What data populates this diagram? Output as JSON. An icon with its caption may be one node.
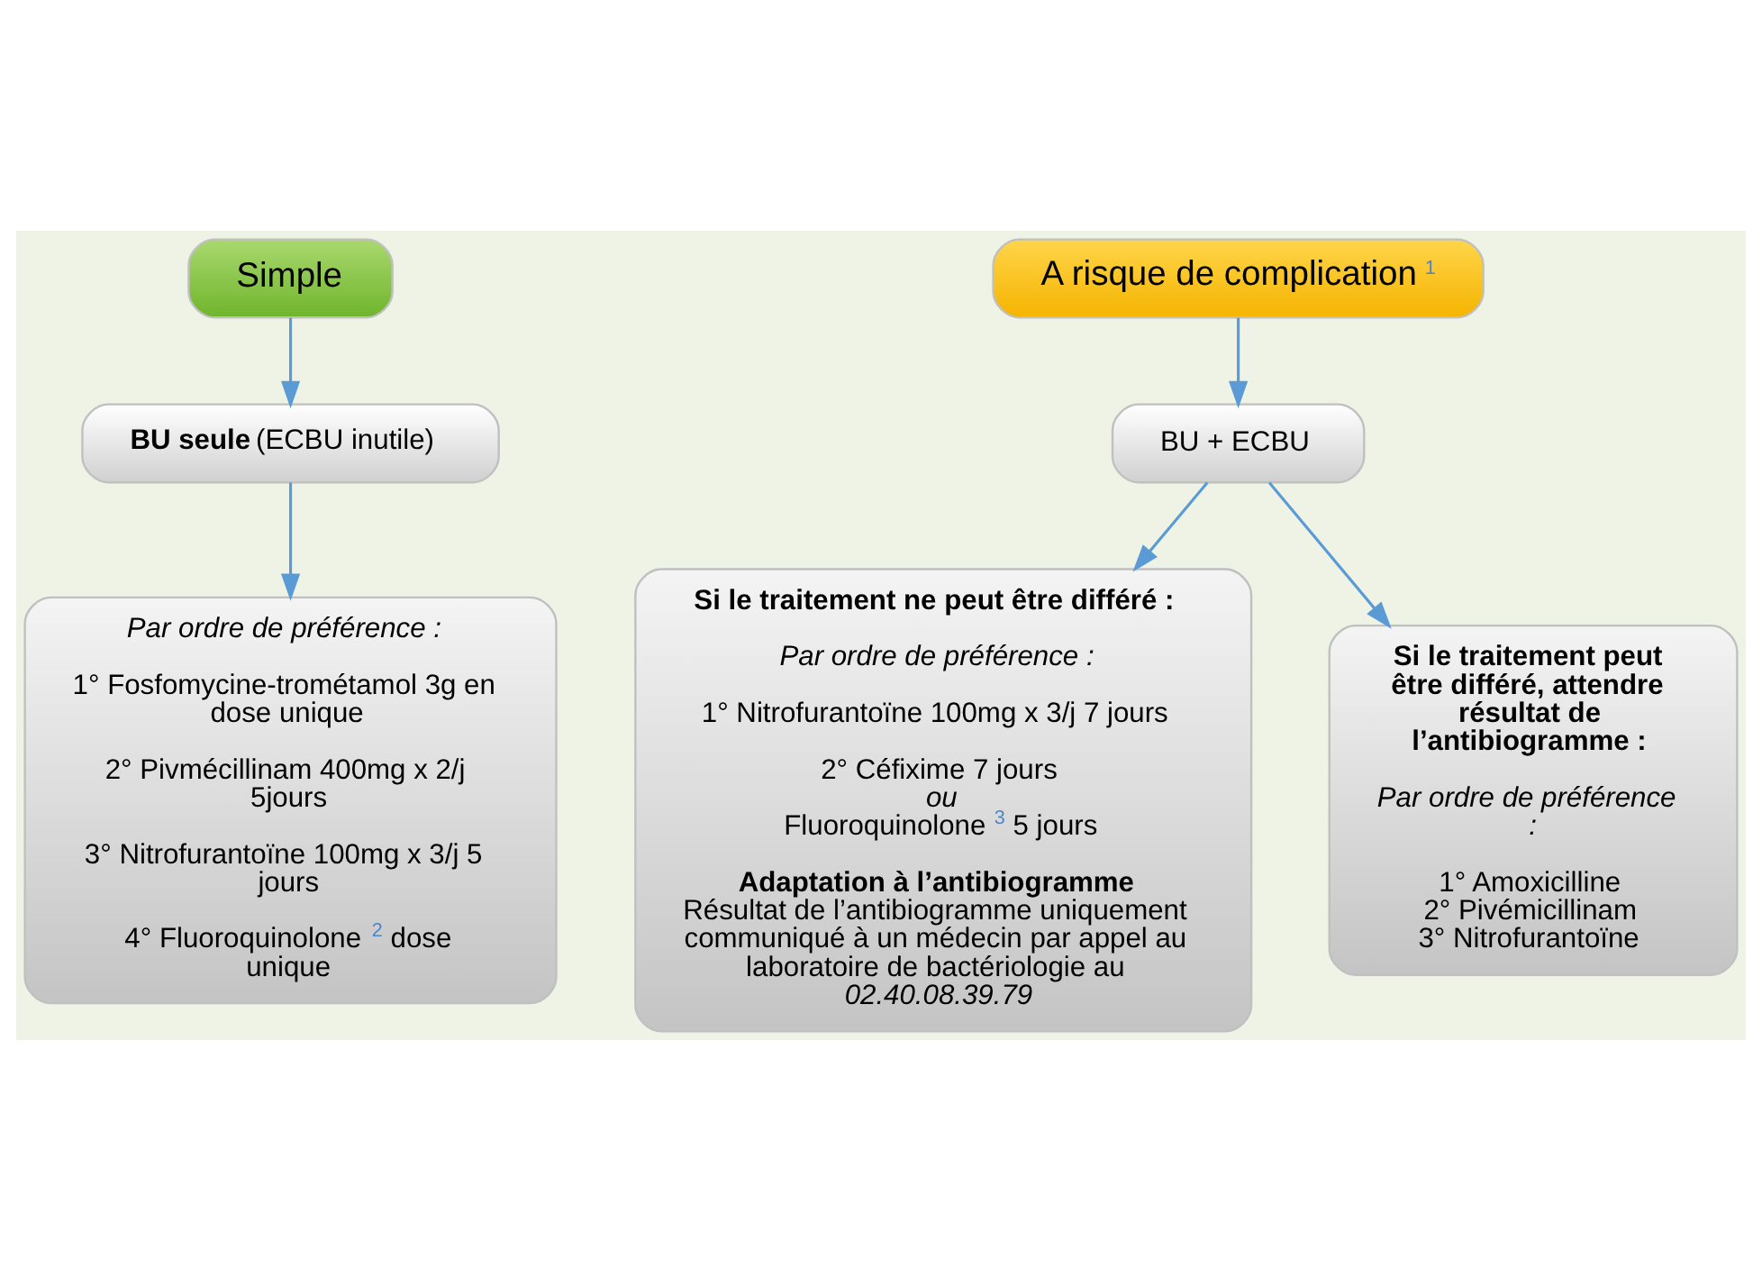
{
  "diagram": {
    "nodes": [
      {
        "text": [
          "Simple"
        ]
      },
      {
        "text": [
          "A risque de complication$^{1}$"
        ]
      },
      {
        "text": [
          "**BU seule** (ECBU inutile)"
        ]
      },
      {
        "text": [
          "BU + ECBU"
        ]
      },
      {
        "text": [
          "Par ordre de préférence :",
          "1° Fosfomycine-trométamol 3g en dose unique",
          "2° Pivmécillinam 400mg x 2/j 5jours",
          "3° Nitrofurantoïne 100mg x 3/j 5 jours",
          "4° Fluoroquinolone$^{2}$ dose unique"
        ]
      },
      {
        "text": [
          "Si le traitement ne peut être différé :",
          "Par ordre de préférence :",
          "1° Nitrofurantoïne 100mg x 3/j 7 jours",
          "2° Céfixime 7 jours",
          "ou",
          "Fluoroquinolone$^{3}$ 5 jours",
          "Adaptation à l’antibiogramme",
          "Résultat de l’antibiogramme uniquement communiqué à un médecin par appel au laboratoire de bactériologie au",
          "02.40.08.39.79"
        ]
      },
      {
        "text": [
          "Si le traitement peut être différé, attendre résultat de l’antibiogramme :",
          "Par ordre de préférence :",
          "1° Amoxicilline",
          "2° Pivémicillinam",
          "3° Nitrofurantoïne"
        ]
      }
    ],
    "edges": [
      {
        "from": 0,
        "to": 2,
        "arrow": "to"
      },
      {
        "from": 1,
        "to": 3,
        "arrow": "to"
      },
      {
        "from": 2,
        "to": 4,
        "arrow": "to"
      },
      {
        "from": 3,
        "to": 5,
        "arrow": "to"
      },
      {
        "from": 3,
        "to": 6,
        "arrow": "to"
      }
    ]
  }
}
